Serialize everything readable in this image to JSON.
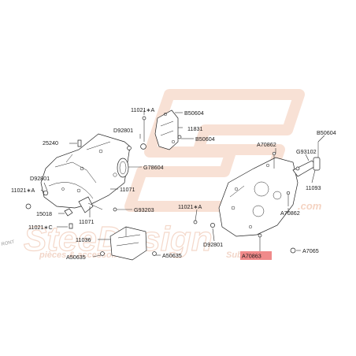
{
  "watermark": {
    "brand": "SteeDesign",
    "domain": ".com",
    "tagline_left": "pièces & accessoires",
    "tagline_right": "Subaru",
    "edge_text": "RONT",
    "logo_color": "#f2c9b3",
    "text_color": "#f0d0c0"
  },
  "labels": {
    "l11021a_top": "11021∗A",
    "b50604_top": "B50604",
    "l11831": "11831",
    "b50604_mid": "B50604",
    "d92801_top": "D92801",
    "l25240": "25240",
    "g78604": "G78604",
    "d92801_left": "D92801",
    "l11021a_left": "11021∗A",
    "l11071_a": "11071",
    "l15018": "15018",
    "g93203": "G93203",
    "l11021c": "11021∗C",
    "l11071_b": "11071",
    "l11036": "11036",
    "a50635_left": "A50635",
    "a50635_right": "A50635",
    "b50604_right": "B50604",
    "a70862_top": "A70862",
    "g93102": "G93102",
    "l11093": "11093",
    "a70862_mid": "A70862",
    "l11021a_mid": "11021∗A",
    "d92801_bottom": "D92801",
    "a70863": "A70863",
    "a7065": "A7065"
  },
  "highlight": {
    "label": "A70863",
    "color": "#f08a8a"
  }
}
